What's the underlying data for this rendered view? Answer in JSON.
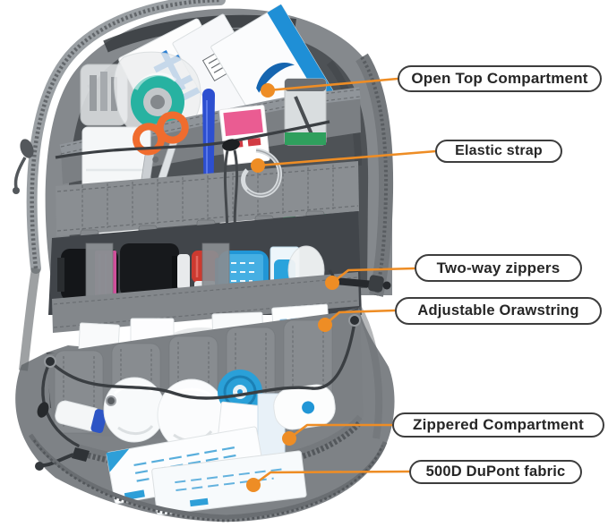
{
  "callouts": [
    {
      "label": "Open Top Compartment",
      "target": "open-top-compartment"
    },
    {
      "label": "Elastic strap",
      "target": "elastic-strap-organizer"
    },
    {
      "label": "Two-way zippers",
      "target": "two-way-zipper-pull"
    },
    {
      "label": "Adjustable Orawstring",
      "target": "drawstring-cord"
    },
    {
      "label": "Zippered Compartment",
      "target": "zippered-compartment"
    },
    {
      "label": "500D DuPont fabric",
      "target": "bottom-shell-fabric"
    }
  ],
  "palette": {
    "background": "#ffffff",
    "accent_orange": "#EE8D25",
    "label_border": "#3D3D3D",
    "label_text": "#262626",
    "bag_gray": "#85898D",
    "bag_interior": "#4E5256"
  }
}
